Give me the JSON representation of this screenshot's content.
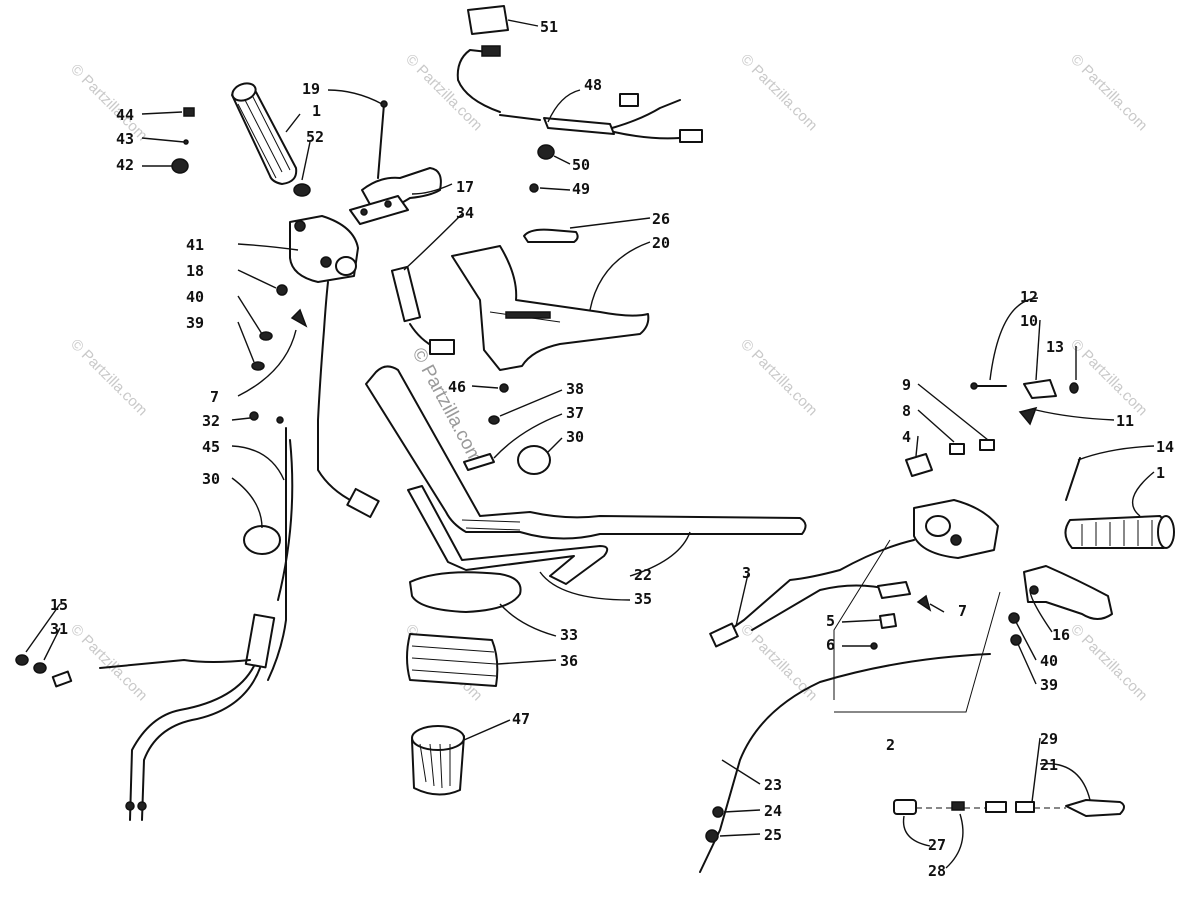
{
  "watermark": {
    "text": "© Partzilla.com",
    "center_text": "© Partzilla.com"
  },
  "labels": {
    "n51": "51",
    "n48": "48",
    "n19": "19",
    "n1a": "1",
    "n52": "52",
    "n44": "44",
    "n43": "43",
    "n42": "42",
    "n50": "50",
    "n49": "49",
    "n17": "17",
    "n34": "34",
    "n26": "26",
    "n20": "20",
    "n41": "41",
    "n18": "18",
    "n40a": "40",
    "n39a": "39",
    "n7a": "7",
    "n46": "46",
    "n38": "38",
    "n37": "37",
    "n30a": "30",
    "n32": "32",
    "n45": "45",
    "n30b": "30",
    "n15": "15",
    "n31": "31",
    "n22": "22",
    "n35": "35",
    "n33": "33",
    "n36": "36",
    "n47": "47",
    "n12": "12",
    "n10": "10",
    "n13": "13",
    "n9": "9",
    "n8": "8",
    "n4": "4",
    "n11": "11",
    "n14": "14",
    "n1b": "1",
    "n3": "3",
    "n7b": "7",
    "n5": "5",
    "n6": "6",
    "n16": "16",
    "n40b": "40",
    "n39b": "39",
    "n2": "2",
    "n23": "23",
    "n24": "24",
    "n25": "25",
    "n29": "29",
    "n21": "21",
    "n27": "27",
    "n28": "28"
  }
}
